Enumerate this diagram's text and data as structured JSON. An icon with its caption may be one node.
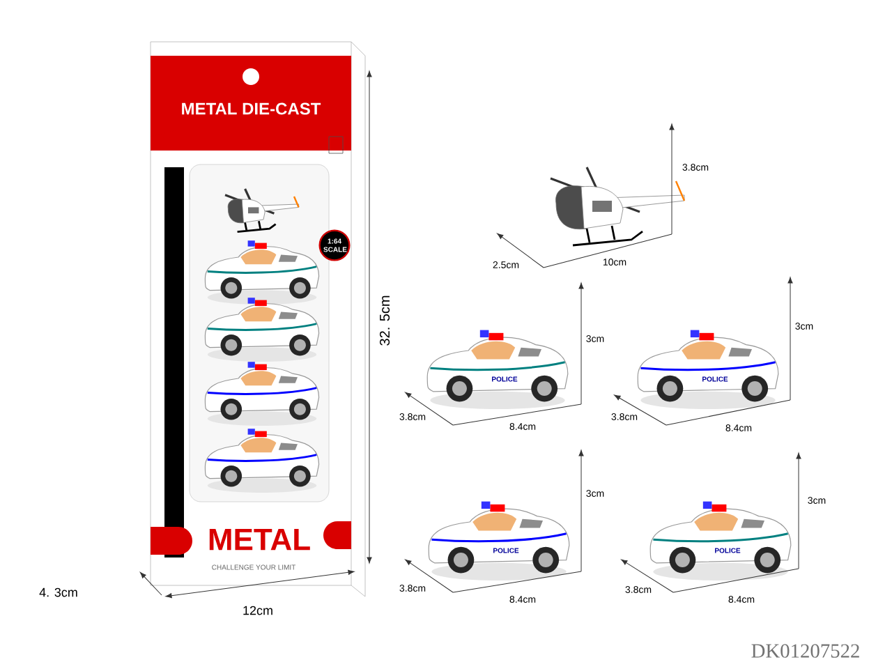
{
  "diagram": {
    "labels": [
      "METAL DIE-CAST",
      "1:64 SCALE",
      "METAL",
      "CHALLENGE YOUR LIMIT",
      "32. 5cm",
      "4. 3cm",
      "12cm",
      "3.8cm",
      "2.5cm",
      "10cm",
      "3cm",
      "POLICE",
      "3.8cm",
      "8.4cm",
      "3cm",
      "POLICE",
      "3.8cm",
      "8.4cm",
      "3cm",
      "POLICE",
      "3.8cm",
      "8.4cm",
      "3cm",
      "POLICE",
      "3.8cm",
      "8.4cm",
      "DK01207522"
    ]
  }
}
